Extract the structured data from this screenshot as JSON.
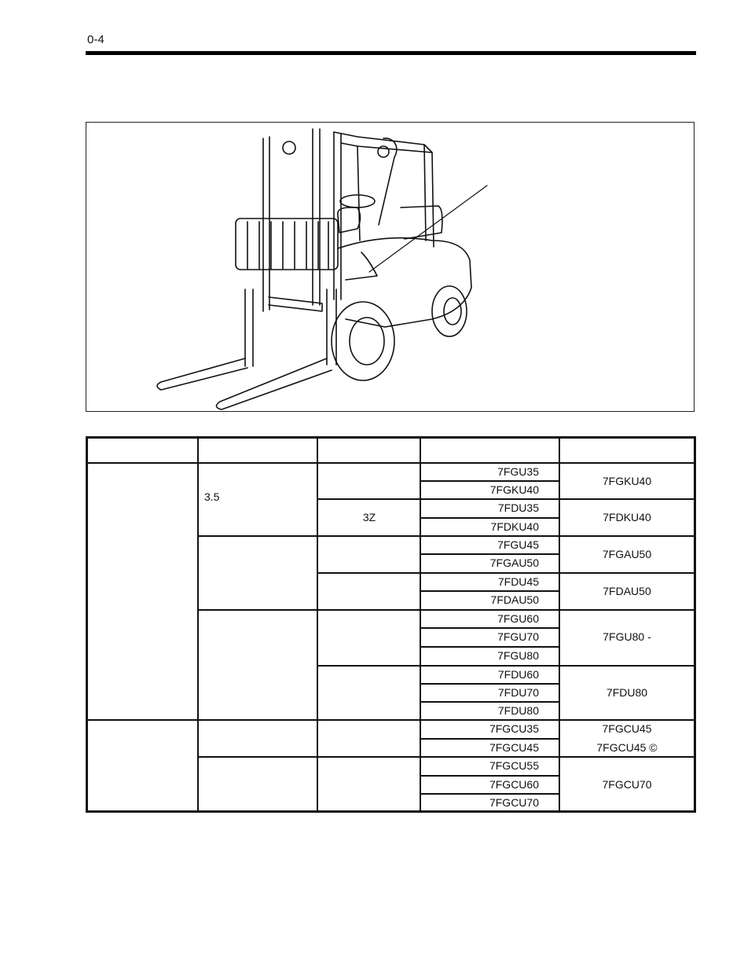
{
  "page": {
    "page_number": "0-4"
  },
  "figure": {
    "subject": "forklift-illustration",
    "callout_line": true
  },
  "table": {
    "header": [
      "",
      "",
      "",
      "",
      ""
    ],
    "groups": [
      {
        "col1": "",
        "sub": [
          {
            "col2": "3.5",
            "blocks": [
              {
                "col3": "",
                "models": [
                  "7FGU35",
                  "7FGKU40"
                ],
                "col5": "7FGKU40"
              },
              {
                "col3": "3Z",
                "models": [
                  "7FDU35",
                  "7FDKU40"
                ],
                "col5": "7FDKU40"
              }
            ]
          },
          {
            "col2": "",
            "blocks": [
              {
                "col3": "",
                "models": [
                  "7FGU45",
                  "7FGAU50"
                ],
                "col5": "7FGAU50"
              },
              {
                "col3": "",
                "models": [
                  "7FDU45",
                  "7FDAU50"
                ],
                "col5": "7FDAU50"
              }
            ]
          },
          {
            "col2": "",
            "blocks": [
              {
                "col3": "",
                "models": [
                  "7FGU60",
                  "7FGU70",
                  "7FGU80"
                ],
                "col5": "7FGU80 -"
              },
              {
                "col3": "",
                "models": [
                  "7FDU60",
                  "7FDU70",
                  "7FDU80"
                ],
                "col5": "7FDU80"
              }
            ]
          }
        ]
      },
      {
        "col1": "",
        "sub": [
          {
            "col2": "",
            "blocks": [
              {
                "col3": "",
                "models": [
                  "7FGCU35",
                  "7FGCU45"
                ],
                "col5_lines": [
                  "7FGCU45",
                  "7FGCU45 ©"
                ]
              }
            ]
          },
          {
            "col2": "",
            "blocks": [
              {
                "col3": "",
                "models": [
                  "7FGCU55",
                  "7FGCU60",
                  "7FGCU70"
                ],
                "col5": "7FGCU70"
              }
            ]
          }
        ]
      }
    ]
  }
}
